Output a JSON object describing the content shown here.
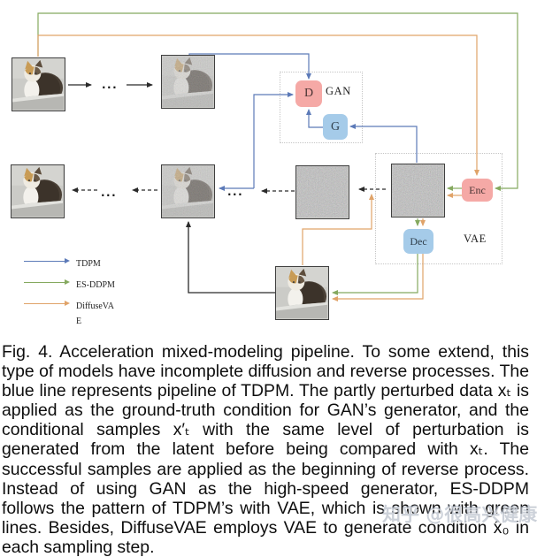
{
  "colors": {
    "blue": "#5c7ab8",
    "green": "#85a95f",
    "orange": "#e0a369",
    "pink": "#f5a9a6",
    "lightblue": "#a5cbe9"
  },
  "diagram": {
    "gan_group_label": "GAN",
    "vae_group_label": "VAE",
    "discriminator_label": "D",
    "generator_label": "G",
    "encoder_label": "Enc",
    "decoder_label": "Dec",
    "ellipsis": "...",
    "legend": [
      {
        "label": "TDPM",
        "color": "#5c7ab8"
      },
      {
        "label": "ES-DDPM",
        "color": "#85a95f"
      },
      {
        "label": "DiffuseVAE",
        "color": "#e0a369"
      }
    ]
  },
  "caption": {
    "text": "Fig. 4. Acceleration mixed-modeling pipeline. To some extend, this type of models have incomplete diffusion and reverse processes. The blue line represents pipeline of TDPM. The partly perturbed data xₜ is applied as the ground-truth condition for GAN’s generator, and the conditional samples x′ₜ with the same level of perturbation is generated from the latent before being compared with xₜ. The successful samples are applied as the beginning of reverse process. Instead of using GAN as the high-speed generator, ES-DDPM follows the pattern of TDPM’s with VAE, which is shown with green lines. Besides, DiffuseVAE employs VAE to generate condition x̂₀ in each sampling step."
  },
  "watermark": {
    "text": "知乎 @很高兴健康"
  }
}
